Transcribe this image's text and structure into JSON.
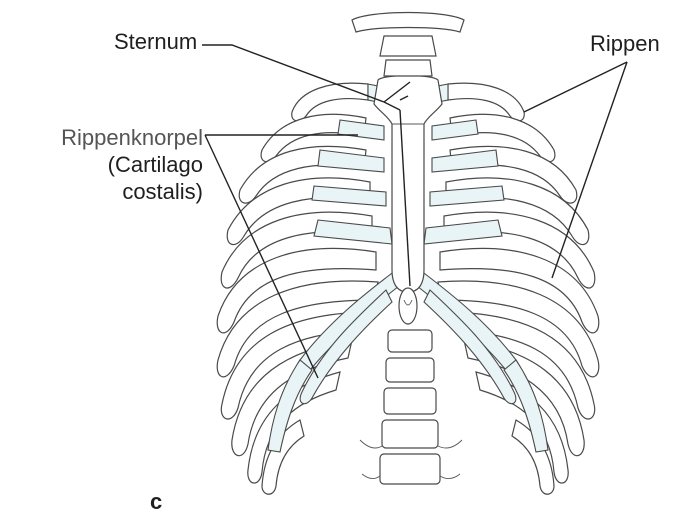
{
  "labels": {
    "sternum": "Sternum",
    "rippen": "Rippen",
    "rippenknorpel": "Rippenknorpel",
    "cartilago_line1": "(Cartilago",
    "cartilago_line2": "costalis)",
    "panel": "c"
  },
  "colors": {
    "bone": "#ffffff",
    "outline": "#4a4a4a",
    "cartilage": "#e8f4f6",
    "leader": "#222222"
  }
}
